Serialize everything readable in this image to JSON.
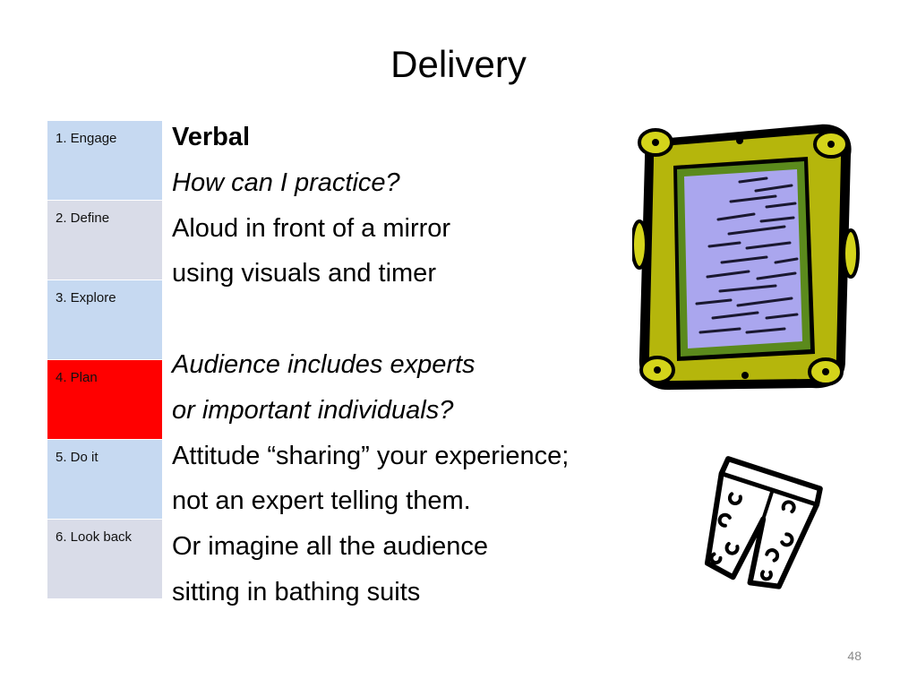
{
  "slide": {
    "title": "Delivery",
    "page_number": "48"
  },
  "steps": [
    {
      "label": "1. Engage",
      "color": "#c6d9f1",
      "active": false
    },
    {
      "label": "2. Define",
      "color": "#d9dce8",
      "active": false
    },
    {
      "label": "3. Explore",
      "color": "#c6d9f1",
      "active": false
    },
    {
      "label": "4. Plan",
      "color": "#ff0000",
      "active": true
    },
    {
      "label": "5. Do it",
      "color": "#c6d9f1",
      "active": false
    },
    {
      "label": "6. Look back",
      "color": "#d9dce8",
      "active": false
    }
  ],
  "content": {
    "heading": "Verbal",
    "question1": "How can I practice?",
    "answer1_line1": "Aloud in front of a mirror",
    "answer1_line2": "using visuals and timer",
    "question2_line1": "Audience includes experts",
    "question2_line2": "or important individuals?",
    "answer2_line1": "Attitude “sharing” your experience;",
    "answer2_line2": "not an expert telling them.",
    "answer3_line1": "Or imagine all the audience",
    "answer3_line2": "sitting in bathing suits"
  },
  "images": {
    "mirror": "mirror-clipart",
    "trunks": "bathing-suit-clipart"
  }
}
